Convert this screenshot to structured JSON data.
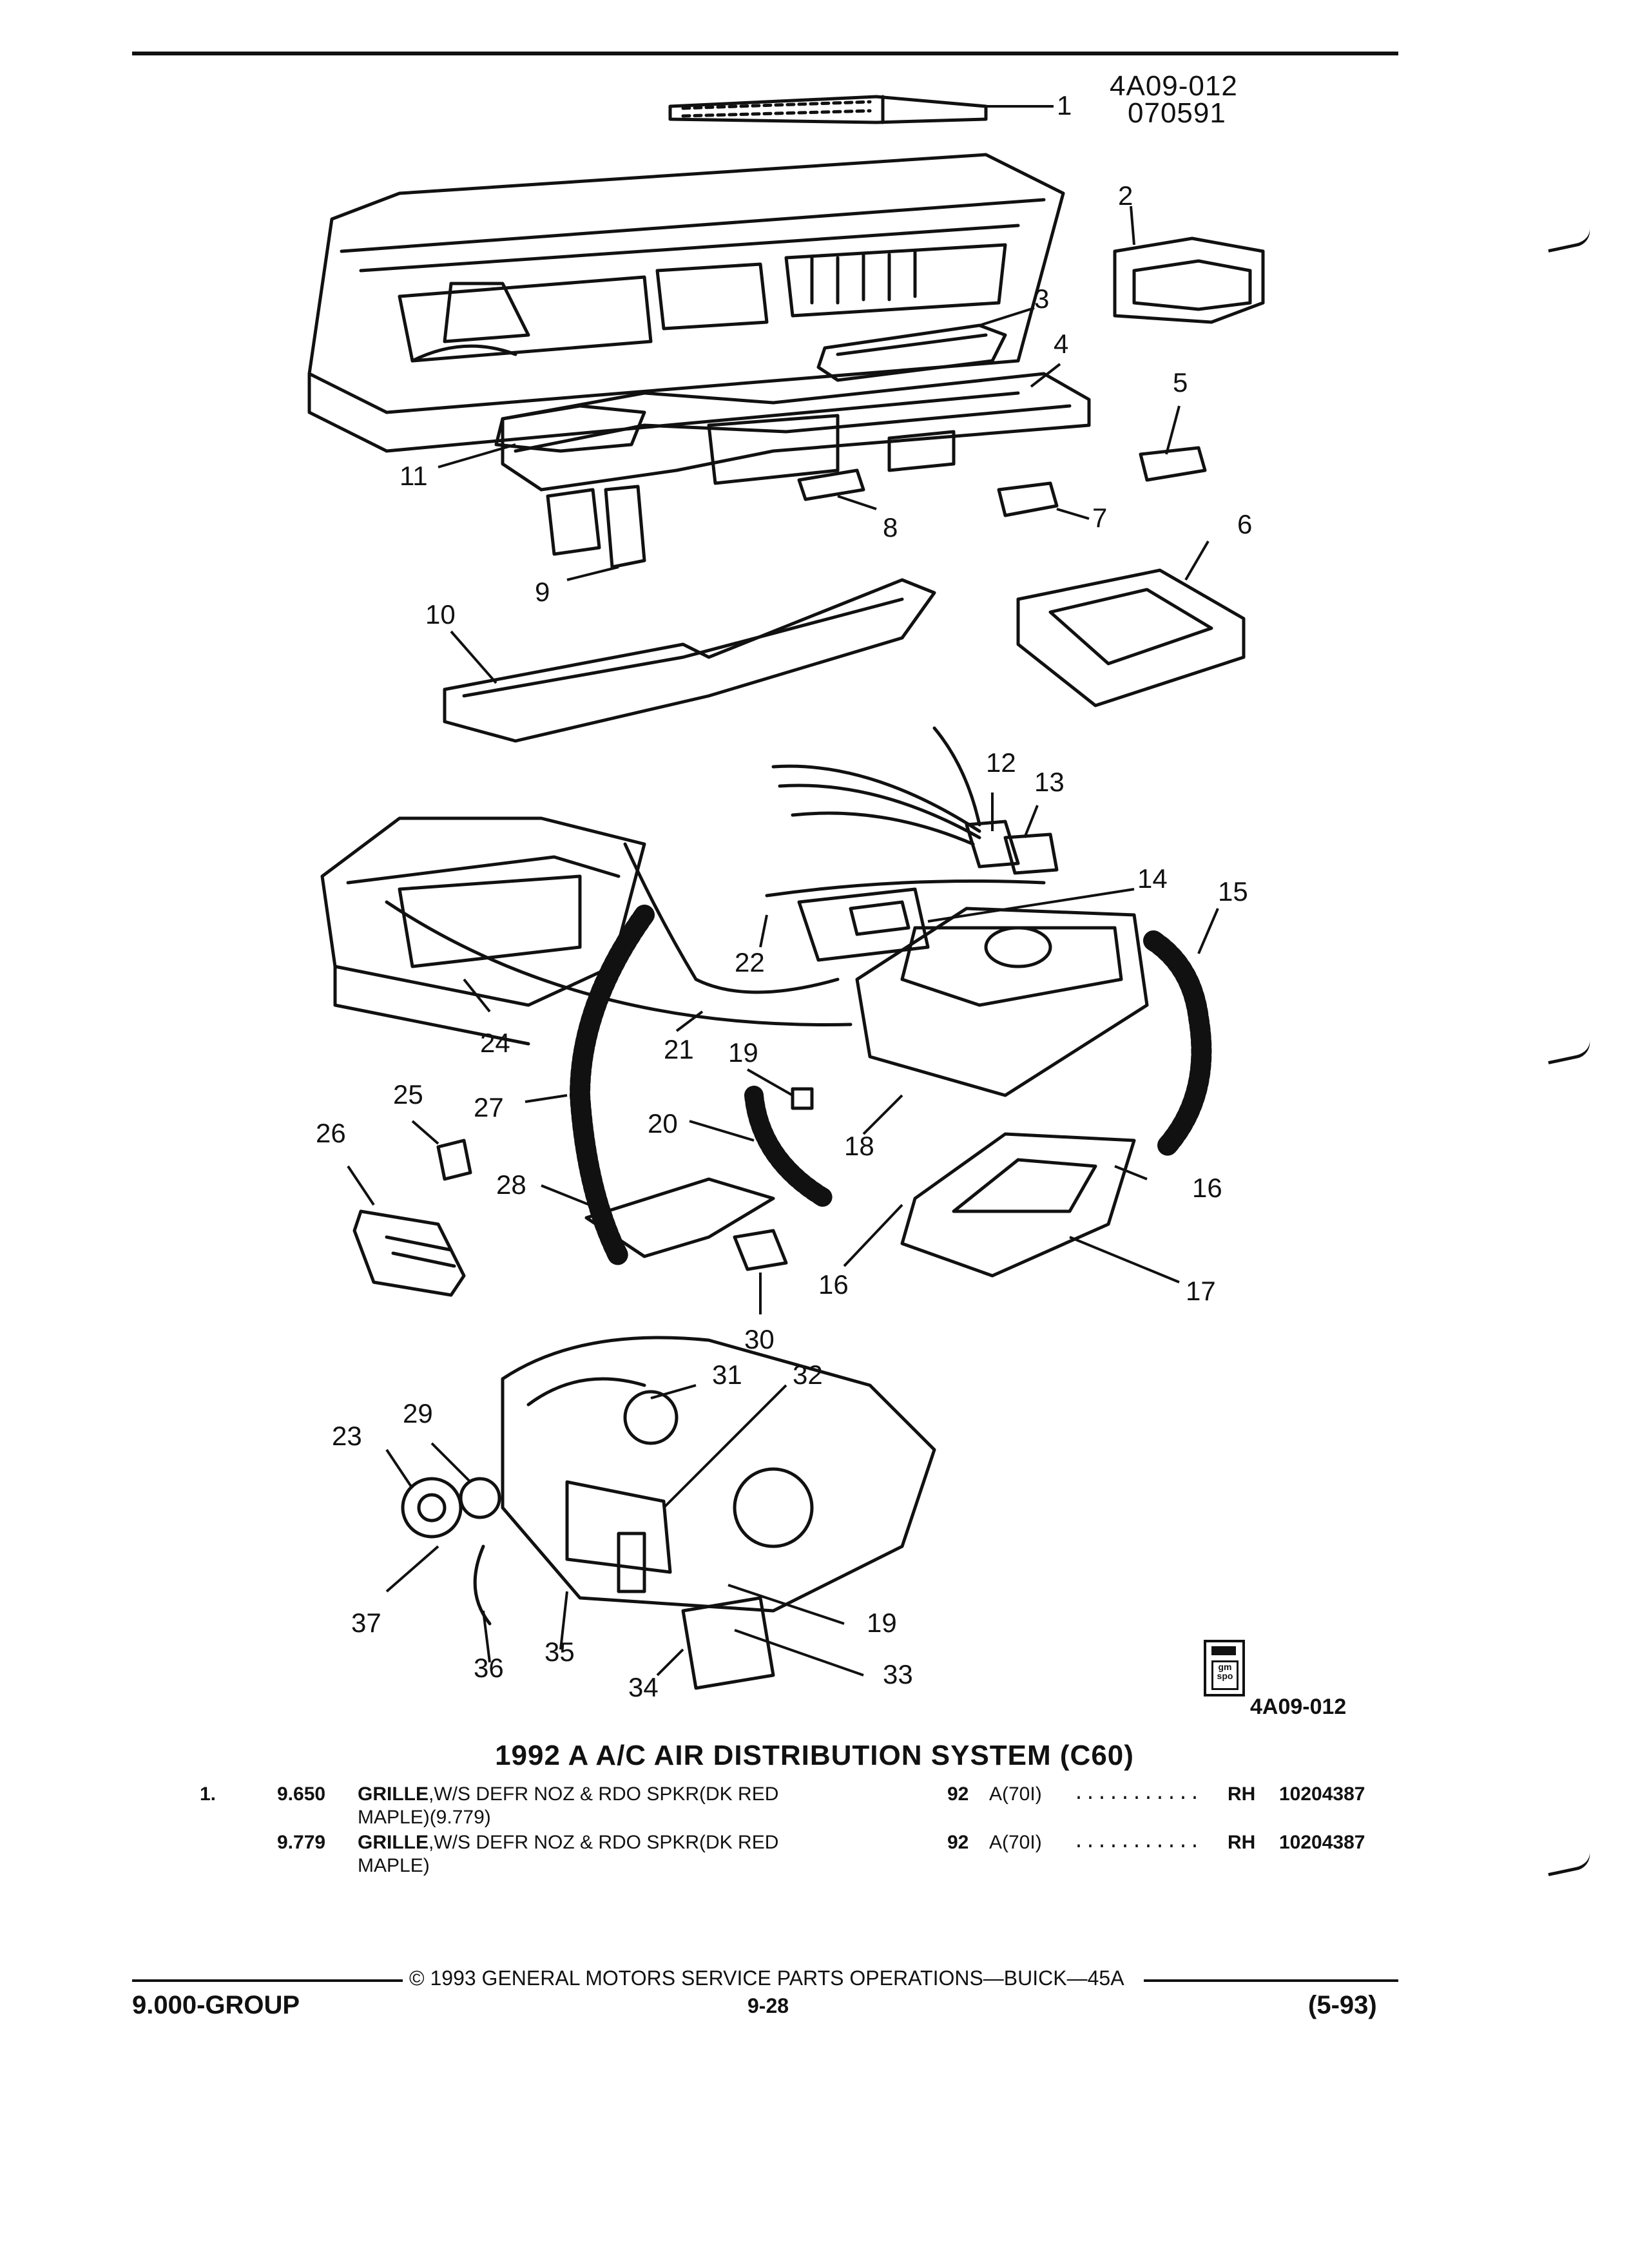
{
  "header": {
    "ref_code": "4A09-012",
    "ref_date": "070591"
  },
  "figure": {
    "callouts": [
      "1",
      "2",
      "3",
      "4",
      "5",
      "6",
      "7",
      "8",
      "9",
      "10",
      "11",
      "12",
      "13",
      "14",
      "15",
      "16",
      "16",
      "17",
      "18",
      "19",
      "19",
      "20",
      "21",
      "22",
      "23",
      "24",
      "25",
      "26",
      "27",
      "28",
      "29",
      "30",
      "31",
      "32",
      "33",
      "34",
      "35",
      "36",
      "37"
    ],
    "logo_text": "gm spo",
    "figure_code": "4A09-012"
  },
  "section_title": "1992 A A/C AIR DISTRIBUTION SYSTEM (C60)",
  "parts": [
    {
      "item": "1.",
      "code": "9.650",
      "name": "GRILLE",
      "desc": ",W/S DEFR NOZ & RDO SPKR(DK RED",
      "desc2": "MAPLE)(9.779)",
      "year": "92",
      "model": "A(70I)",
      "dots": "...........",
      "side": "RH",
      "part_no": "10204387"
    },
    {
      "item": "",
      "code": "9.779",
      "name": "GRILLE",
      "desc": ",W/S DEFR NOZ & RDO SPKR(DK RED",
      "desc2": "MAPLE)",
      "year": "92",
      "model": "A(70I)",
      "dots": "...........",
      "side": "RH",
      "part_no": "10204387"
    }
  ],
  "footer": {
    "copyright": "© 1993 GENERAL MOTORS SERVICE PARTS OPERATIONS—BUICK—45A",
    "group": "9.000-GROUP",
    "page": "9-28",
    "revision": "(5-93)"
  }
}
